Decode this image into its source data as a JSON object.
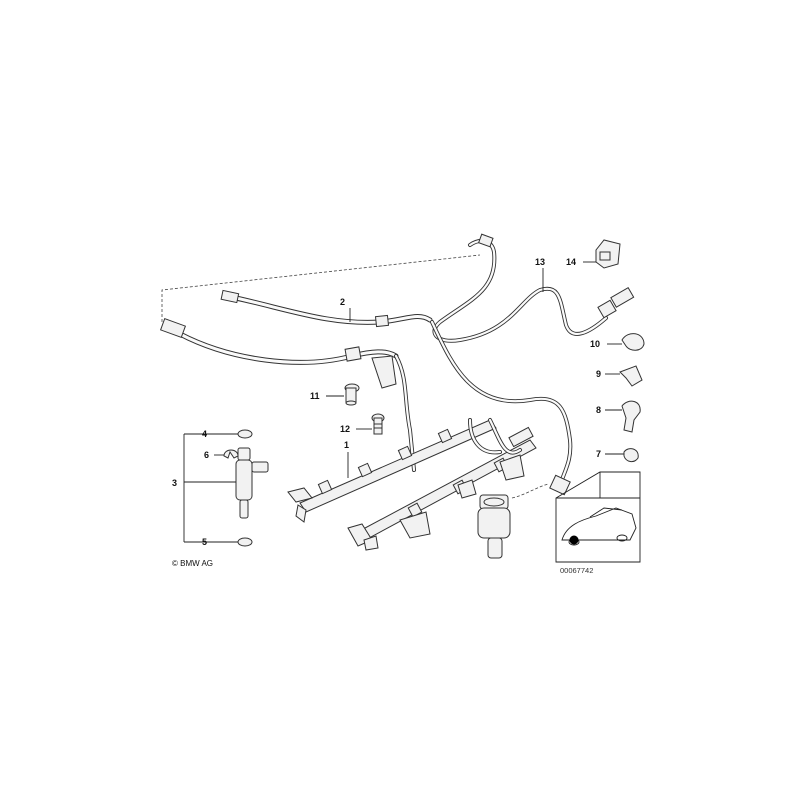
{
  "diagram": {
    "callouts": [
      {
        "id": "c1",
        "text": "1"
      },
      {
        "id": "c2",
        "text": "2"
      },
      {
        "id": "c3",
        "text": "3"
      },
      {
        "id": "c4",
        "text": "4"
      },
      {
        "id": "c5",
        "text": "5"
      },
      {
        "id": "c6",
        "text": "6"
      },
      {
        "id": "c7",
        "text": "7"
      },
      {
        "id": "c8",
        "text": "8"
      },
      {
        "id": "c9",
        "text": "9"
      },
      {
        "id": "c10",
        "text": "10"
      },
      {
        "id": "c11",
        "text": "11"
      },
      {
        "id": "c12",
        "text": "12"
      },
      {
        "id": "c13",
        "text": "13"
      },
      {
        "id": "c14",
        "text": "14"
      }
    ],
    "copyright": "© BMW AG",
    "reference_number": "00067742"
  }
}
